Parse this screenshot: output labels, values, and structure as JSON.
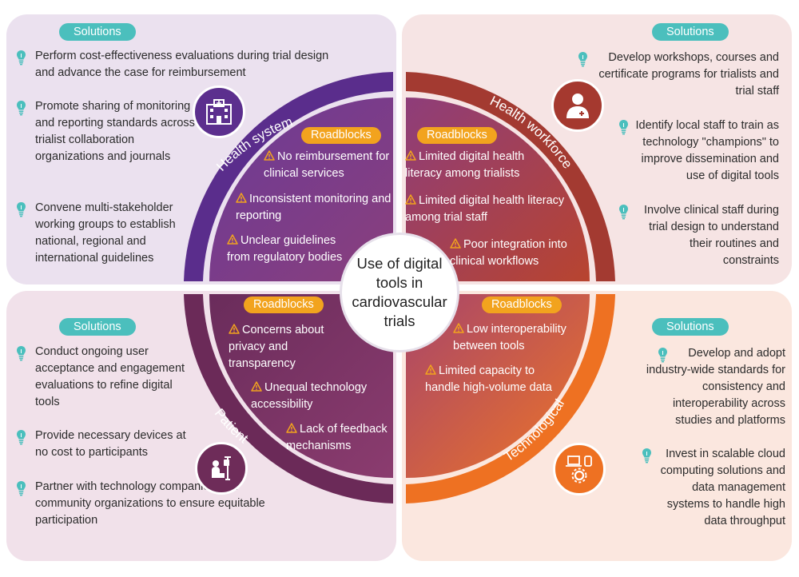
{
  "center_title": "Use of digital tools in cardiovascular trials",
  "quadrants": {
    "health_system": {
      "name": "Health system",
      "solutions_label": "Solutions",
      "roadblocks_label": "Roadblocks",
      "solutions": [
        "Perform cost-effectiveness evaluations during trial design and advance the case for reimbursement",
        "Promote sharing of monitoring and reporting standards across trialist collaboration organizations and journals",
        "Convene multi-stakeholder working groups to establish national, regional and international guidelines"
      ],
      "roadblocks": [
        "No reimbursement for clinical services",
        "Inconsistent monitoring and reporting",
        "Unclear guidelines from regulatory bodies"
      ],
      "icon": "hospital-icon"
    },
    "health_workforce": {
      "name": "Health workforce",
      "solutions_label": "Solutions",
      "roadblocks_label": "Roadblocks",
      "solutions": [
        "Develop workshops, courses and certificate programs for trialists and trial staff",
        "Identify local staff to train as technology \"champions\" to improve dissemination and use of digital tools",
        "Involve clinical staff during trial design to understand their routines and constraints"
      ],
      "roadblocks": [
        "Limited digital health literacy among trialists",
        "Limited digital health literacy among trial staff",
        "Poor integration into clinical workflows"
      ],
      "icon": "doctor-icon"
    },
    "patient": {
      "name": "Patient",
      "solutions_label": "Solutions",
      "roadblocks_label": "Roadblocks",
      "solutions": [
        "Conduct ongoing user acceptance and engagement evaluations to refine digital tools",
        "Provide necessary devices at no cost to participants",
        "Partner with technology companies and community organizations to ensure equitable participation"
      ],
      "roadblocks": [
        "Concerns about privacy and transparency",
        "Unequal technology accessibility",
        "Lack of feedback mechanisms"
      ],
      "icon": "patient-iv-icon"
    },
    "technological": {
      "name": "Technological",
      "solutions_label": "Solutions",
      "roadblocks_label": "Roadblocks",
      "solutions": [
        "Develop and adopt industry-wide standards for consistency and interoperability across studies and platforms",
        "Invest in scalable cloud computing solutions and data management systems to handle high data throughput"
      ],
      "roadblocks": [
        "Low interoperability between tools",
        "Limited capacity to handle high-volume data"
      ],
      "icon": "devices-gear-icon"
    }
  },
  "colors": {
    "health_system": "#5c2f8e",
    "health_workforce": "#a5392f",
    "patient": "#6e2c59",
    "technological": "#ee7122",
    "solutions_pill": "#4bbfbd",
    "roadblocks_pill": "#f2a31e"
  }
}
